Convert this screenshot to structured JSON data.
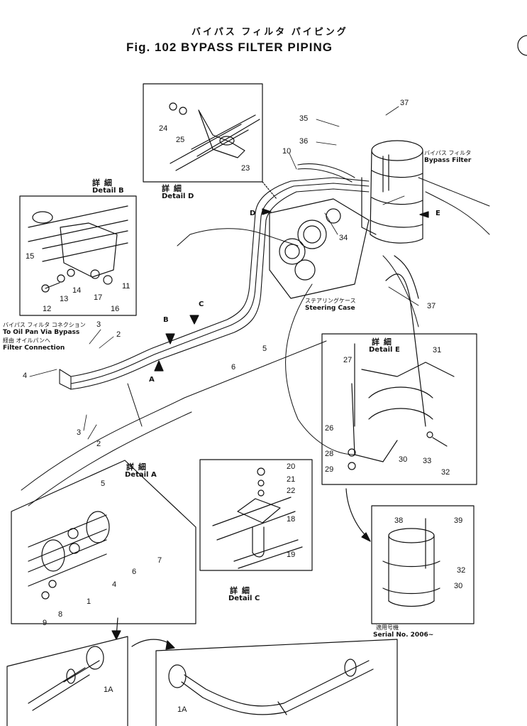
{
  "title": {
    "jp": "バイパス フィルタ パイピング",
    "en": "Fig. 102  BYPASS FILTER  PIPING"
  },
  "labels": {
    "bypass_filter_jp": "バイパス フィルタ",
    "bypass_filter_en": "Bypass Filter",
    "steering_case_jp": "ステアリングケース",
    "steering_case_en": "Steering Case",
    "to_oil_pan_jp1": "バイパス フィルタ コネクション",
    "to_oil_pan_jp2": "経由 オイルパンへ",
    "to_oil_pan_en1": "To Oil Pan Via Bypass",
    "to_oil_pan_en2": "Filter Connection",
    "serial_jp": "適用号機",
    "serial_en": "Serial No. 2006~"
  },
  "details": {
    "a": {
      "jp": "詳 細",
      "en": "Detail",
      "letter": "A"
    },
    "b": {
      "jp": "詳 細",
      "en": "Detail",
      "letter": "B"
    },
    "c": {
      "jp": "詳 細",
      "en": "Detail",
      "letter": "C"
    },
    "d": {
      "jp": "詳 細",
      "en": "Detail",
      "letter": "D"
    },
    "e": {
      "jp": "詳 細",
      "en": "Detail",
      "letter": "E"
    }
  },
  "arrows": {
    "a": "A",
    "b": "B",
    "c": "C",
    "d": "D",
    "e": "E"
  },
  "callouts": {
    "c1": "1",
    "c1a": "1A",
    "c1b": "1A",
    "c2a": "2",
    "c2b": "2",
    "c3a": "3",
    "c3b": "3",
    "c4a": "4",
    "c4b": "4",
    "c5a": "5",
    "c5b": "5",
    "c6a": "6",
    "c6b": "6",
    "c7": "7",
    "c8": "8",
    "c9": "9",
    "c10": "10",
    "c11": "11",
    "c12": "12",
    "c13": "13",
    "c14": "14",
    "c15": "15",
    "c16": "16",
    "c17": "17",
    "c18": "18",
    "c19": "19",
    "c20": "20",
    "c21": "21",
    "c22": "22",
    "c23": "23",
    "c24": "24",
    "c25": "25",
    "c26": "26",
    "c27": "27",
    "c28": "28",
    "c29": "29",
    "c30a": "30",
    "c30b": "30",
    "c31": "31",
    "c32a": "32",
    "c32b": "32",
    "c33": "33",
    "c34": "34",
    "c35": "35",
    "c36": "36",
    "c37a": "37",
    "c37b": "37",
    "c38": "38",
    "c39": "39"
  }
}
